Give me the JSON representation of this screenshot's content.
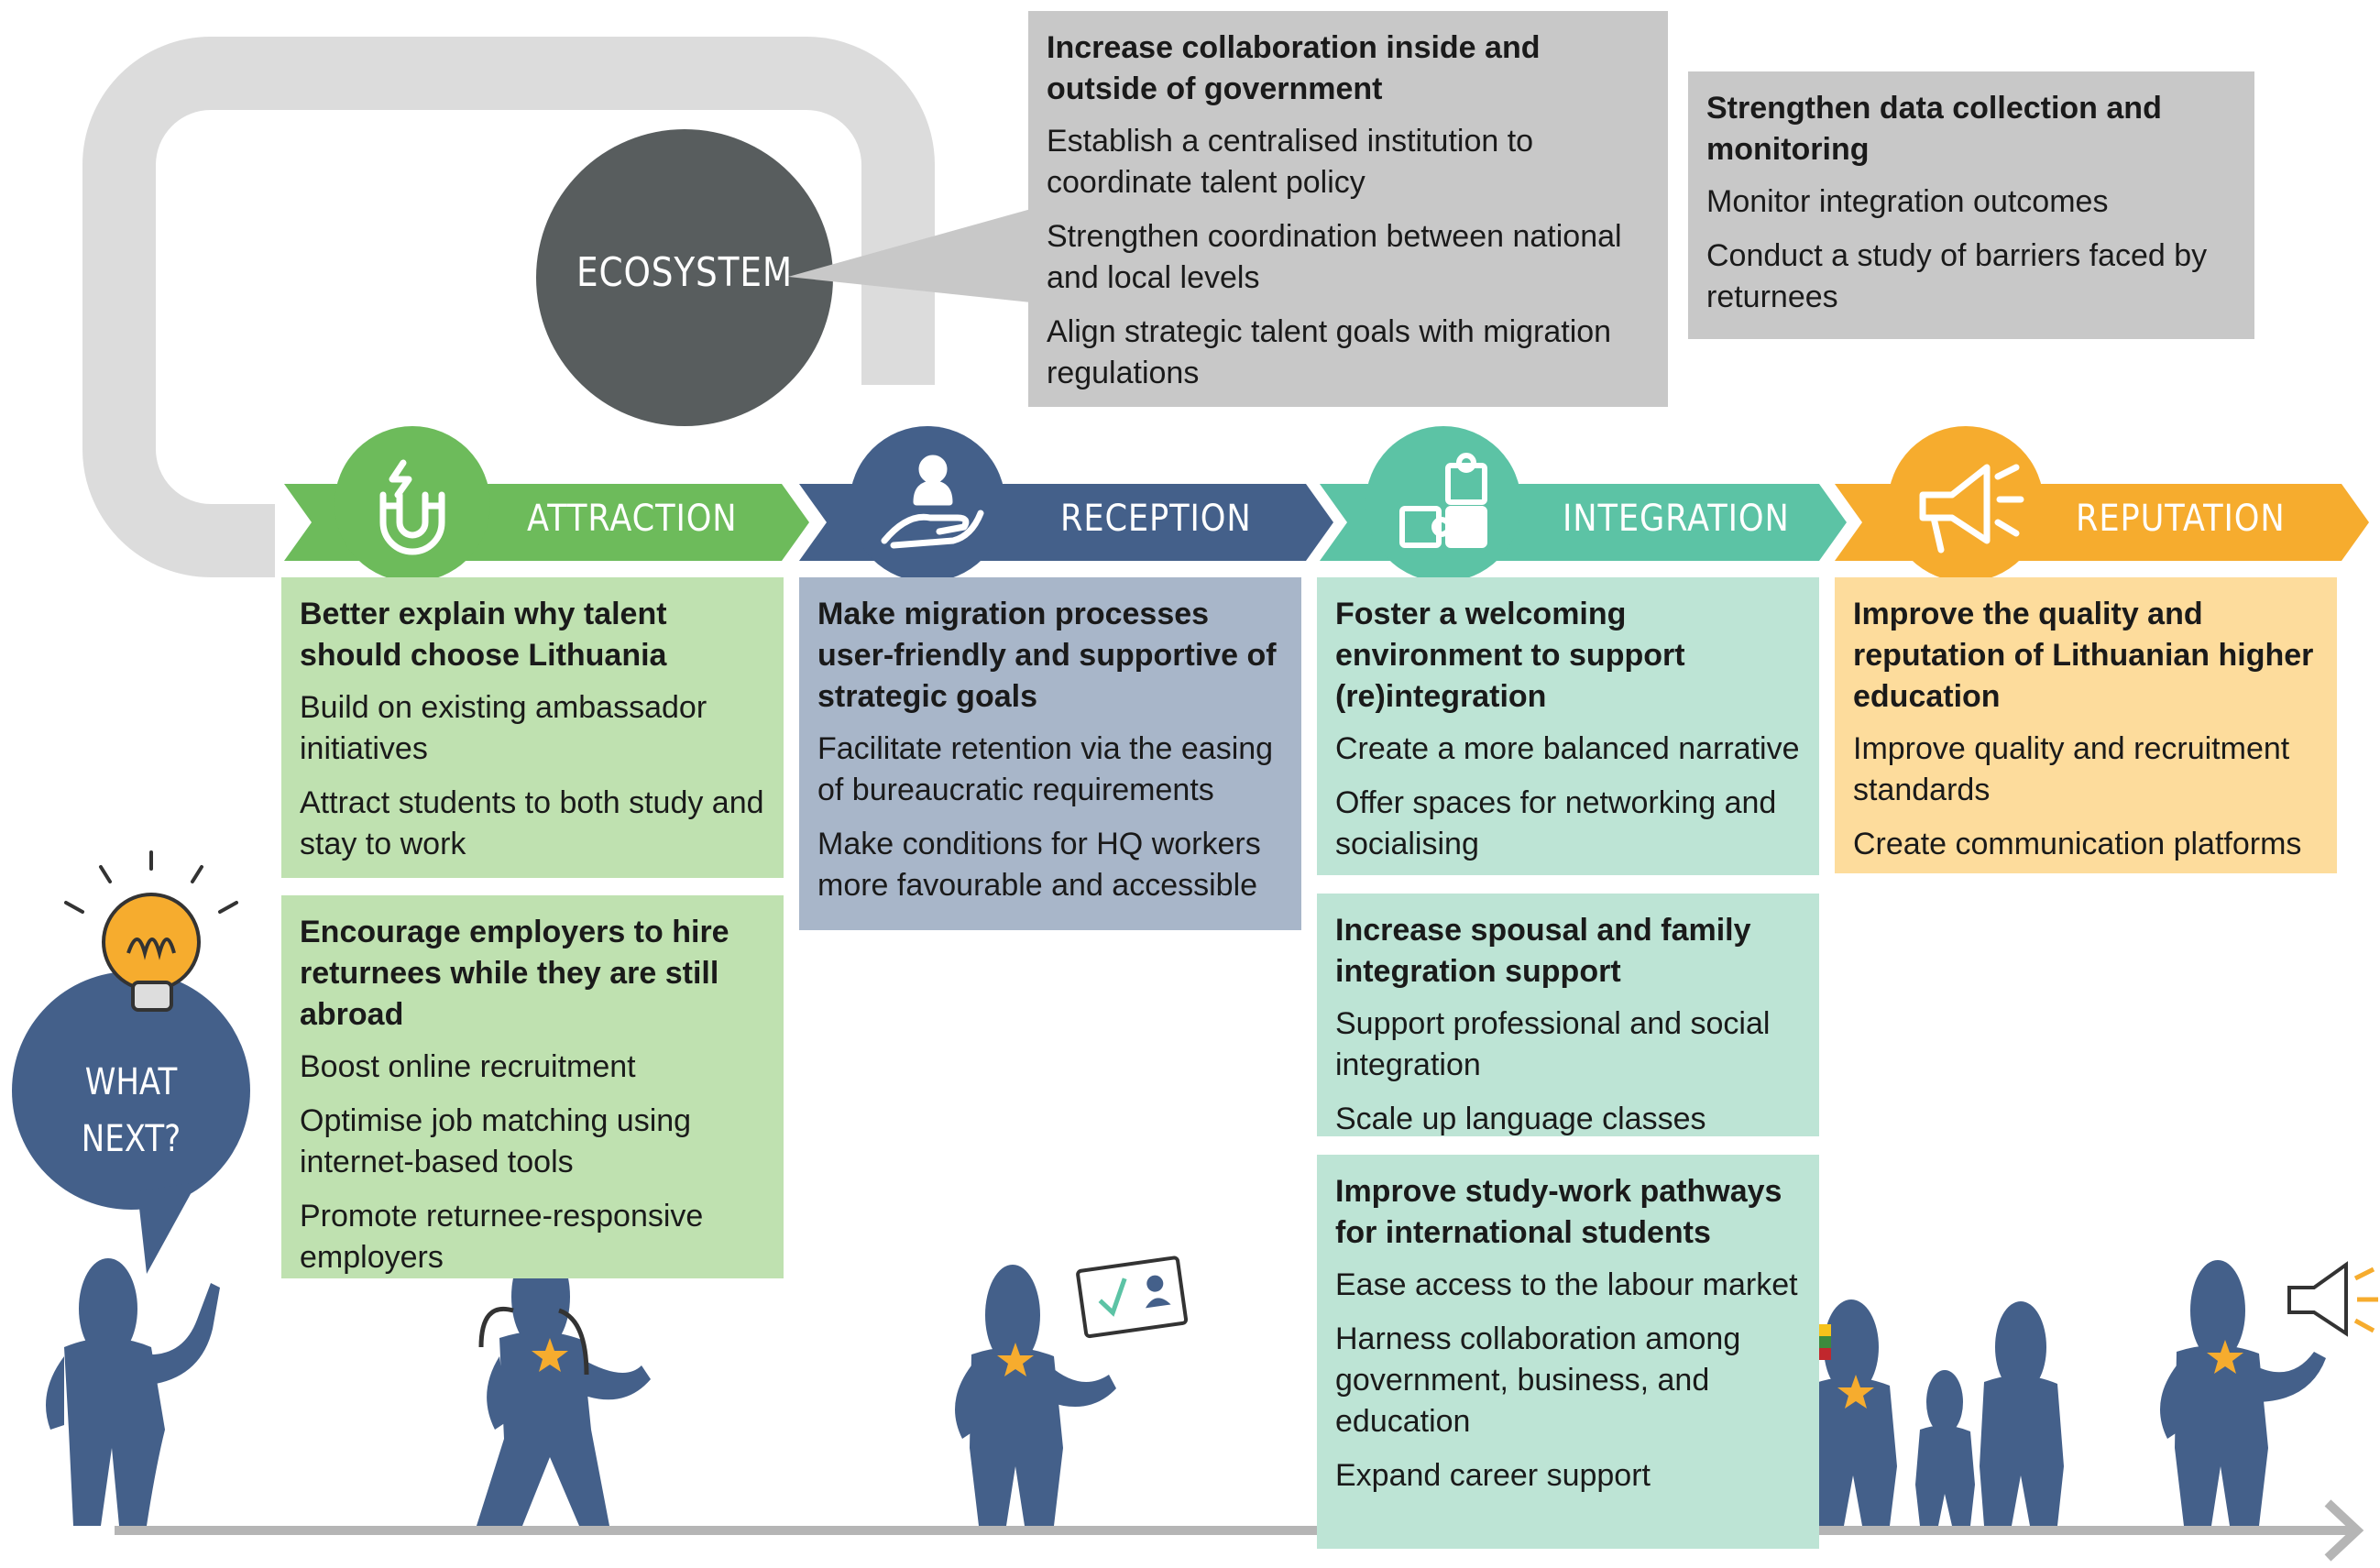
{
  "ecosystem": {
    "label": "ECOSYSTEM",
    "boxes": [
      {
        "heading": "Increase collaboration inside and outside of government",
        "items": [
          "Establish a centralised institution to coordinate talent policy",
          "Strengthen coordination between national and local levels",
          "Align strategic talent goals with migration regulations"
        ]
      },
      {
        "heading": "Strengthen data collection and monitoring",
        "items": [
          "Monitor integration outcomes",
          "Conduct a study of barriers faced by returnees"
        ]
      }
    ]
  },
  "what_next": {
    "line1": "WHAT",
    "line2": "NEXT?"
  },
  "stages": [
    {
      "label": "ATTRACTION",
      "icon": "magnet-icon",
      "color": "#6dbb5b",
      "box_color": "#bfe1b0",
      "boxes": [
        {
          "heading": "Better explain why talent should choose Lithuania",
          "items": [
            "Build on existing ambassador initiatives",
            "Attract students to both study and stay  to work"
          ]
        },
        {
          "heading": "Encourage employers to hire returnees while they are still abroad",
          "items": [
            "Boost online recruitment",
            "Optimise job matching using internet-based tools",
            "Promote returnee-responsive employers"
          ]
        }
      ]
    },
    {
      "label": "RECEPTION",
      "icon": "hand-person-icon",
      "color": "#44608a",
      "box_color": "#a8b6c9",
      "boxes": [
        {
          "heading": "Make migration processes user-friendly and supportive of strategic goals",
          "items": [
            "Facilitate retention via the easing of bureaucratic requirements",
            "Make conditions for HQ workers more favourable and accessible"
          ]
        }
      ]
    },
    {
      "label": "INTEGRATION",
      "icon": "puzzle-icon",
      "color": "#5cc3a5",
      "box_color": "#bde4d5",
      "boxes": [
        {
          "heading": "Foster a welcoming environment to support (re)integration",
          "items": [
            "Create a more balanced narrative",
            "Offer spaces for networking and socialising"
          ]
        },
        {
          "heading": "Increase spousal and family integration support",
          "items": [
            "Support professional and social integration",
            "Scale up language classes"
          ]
        },
        {
          "heading": "Improve study-work pathways for international students",
          "items": [
            "Ease access to the labour market",
            "Harness collaboration among government, business, and education",
            "Expand career support"
          ]
        }
      ]
    },
    {
      "label": "REPUTATION",
      "icon": "megaphone-icon",
      "color": "#f6ac2e",
      "box_color": "#fddc9c",
      "boxes": [
        {
          "heading": "Improve the quality and reputation of Lithuanian higher education",
          "items": [
            "Improve quality and recruitment standards",
            "Create communication platforms"
          ]
        }
      ]
    }
  ],
  "colors": {
    "loop": "#dcdcdc",
    "ecosystem_circle": "#585d5e",
    "ecosystem_box": "#c8c8c8",
    "figure": "#44608a",
    "star": "#f6ac2e",
    "timeline": "#b5b5b5"
  }
}
